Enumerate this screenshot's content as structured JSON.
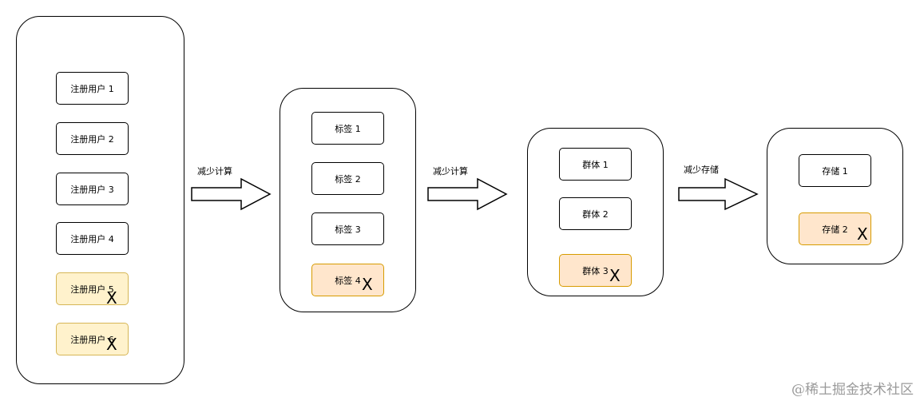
{
  "stages": [
    {
      "name": "users",
      "items": [
        {
          "label": "注册用户 1",
          "mark": ""
        },
        {
          "label": "注册用户 2",
          "mark": ""
        },
        {
          "label": "注册用户 3",
          "mark": ""
        },
        {
          "label": "注册用户 4",
          "mark": ""
        },
        {
          "label": "注册用户 5",
          "mark": "X"
        },
        {
          "label": "注册用户 6",
          "mark": "X"
        }
      ]
    },
    {
      "name": "tags",
      "items": [
        {
          "label": "标签 1",
          "mark": ""
        },
        {
          "label": "标签 2",
          "mark": ""
        },
        {
          "label": "标签 3",
          "mark": ""
        },
        {
          "label": "标签 4",
          "mark": "X"
        }
      ]
    },
    {
      "name": "groups",
      "items": [
        {
          "label": "群体 1",
          "mark": ""
        },
        {
          "label": "群体 2",
          "mark": ""
        },
        {
          "label": "群体 3",
          "mark": "X"
        }
      ]
    },
    {
      "name": "storage",
      "items": [
        {
          "label": "存储 1",
          "mark": ""
        },
        {
          "label": "存储 2",
          "mark": "X"
        }
      ]
    }
  ],
  "arrows": [
    {
      "label": "减少计算"
    },
    {
      "label": "减少计算"
    },
    {
      "label": "减少存储"
    }
  ],
  "colors": {
    "highlight_yellow_fill": "#fff2cc",
    "highlight_yellow_stroke": "#d6b656",
    "highlight_orange_fill": "#ffe6cc",
    "highlight_orange_stroke": "#d79b00"
  },
  "watermark": "@稀土掘金技术社区"
}
